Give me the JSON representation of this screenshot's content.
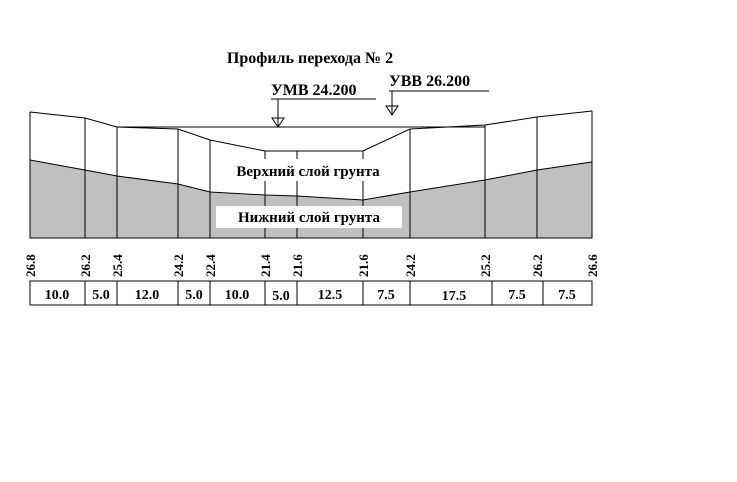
{
  "title": "Профиль перехода № 2",
  "water_levels": {
    "low": "УМВ 24.200",
    "high": "УВВ 26.200"
  },
  "layers": {
    "upper": "Верхний слой грунта",
    "lower": "Нижний слой грунта"
  },
  "elevations": [
    "26.8",
    "26.2",
    "25.4",
    "24.2",
    "22.4",
    "21.4",
    "21.6",
    "21.6",
    "24.2",
    "25.2",
    "26.2",
    "26.6"
  ],
  "distances": [
    "10.0",
    "5.0",
    "12.0",
    "5.0",
    "10.0",
    "5.0",
    "12.5",
    "7.5",
    "17.5",
    "7.5",
    "7.5"
  ],
  "colors": {
    "lower_layer_fill": "#c0c0c0",
    "line": "#000000"
  }
}
